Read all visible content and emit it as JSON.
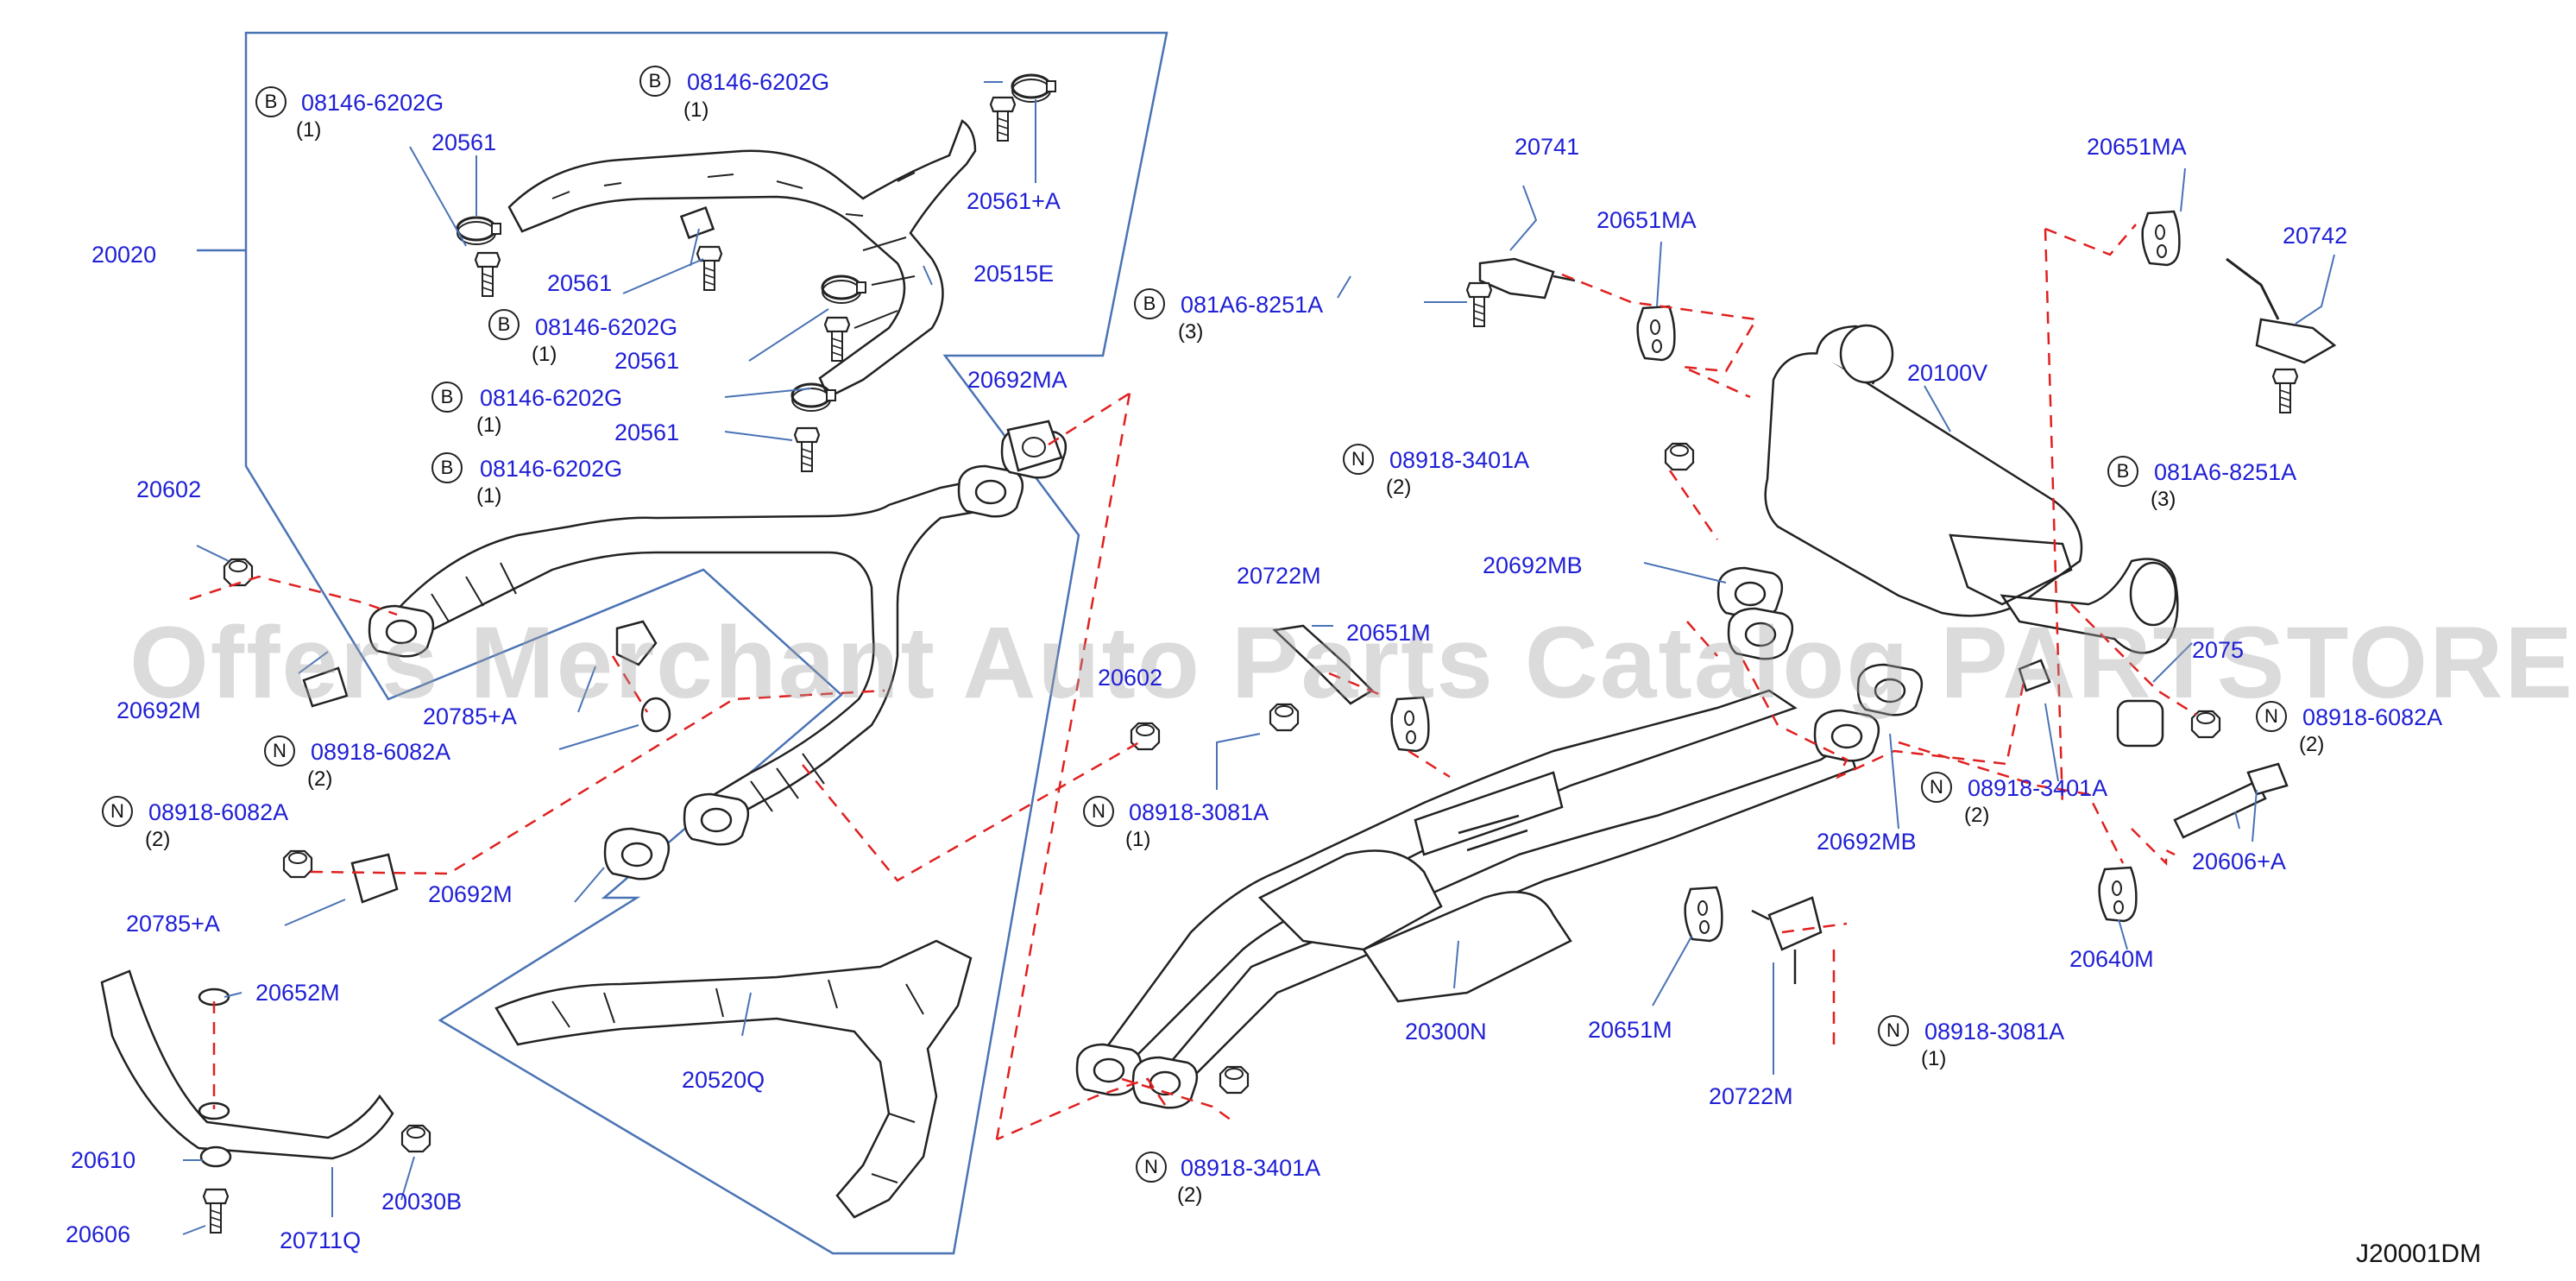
{
  "diagram_code": "J20001DM",
  "watermark": "Offers Merchant Auto Parts Catalog PARTSTORE.SA",
  "colors": {
    "label": "#1f1fd6",
    "frame": "#4a73b5",
    "dash": "#e0201f",
    "line": "#222222"
  },
  "marks": {
    "bolt": "B",
    "nut": "N"
  },
  "qty": {
    "one": "(1)",
    "two": "(2)",
    "three": "(3)"
  },
  "labels": {
    "p20020": "20020",
    "p20561": "20561",
    "p20561A": "20561+A",
    "p20515E": "20515E",
    "p20602": "20602",
    "p20692M": "20692M",
    "p20785A": "20785+A",
    "p20692MA": "20692MA",
    "p20652M": "20652M",
    "p20610": "20610",
    "p20606": "20606",
    "p20711Q": "20711Q",
    "p20030B": "20030B",
    "p20520Q": "20520Q",
    "p20741": "20741",
    "p20651MA": "20651MA",
    "p20742": "20742",
    "p20100V": "20100V",
    "p20692MB": "20692MB",
    "p20722M": "20722M",
    "p20651M_hidden": "20651M",
    "p20300N": "20300N",
    "p20651M": "20651M",
    "p20606A": "20606+A",
    "p20640M": "20640M",
    "p2075": "2075"
  },
  "bolt_parts": {
    "b1": "08146-6202G",
    "b2": "08146-6202G",
    "b3": "08146-6202G",
    "b4": "08146-6202G",
    "b5": "08146-6202G",
    "b6": "081A6-8251A",
    "b7": "081A6-8251A"
  },
  "nut_parts": {
    "n1": "08918-6082A",
    "n2": "08918-6082A",
    "n3": "08918-3081A",
    "n4": "08918-3401A",
    "n5": "08918-3401A",
    "n6": "08918-6082A",
    "n7": "08918-3081A",
    "n8": "08918-3401A"
  }
}
